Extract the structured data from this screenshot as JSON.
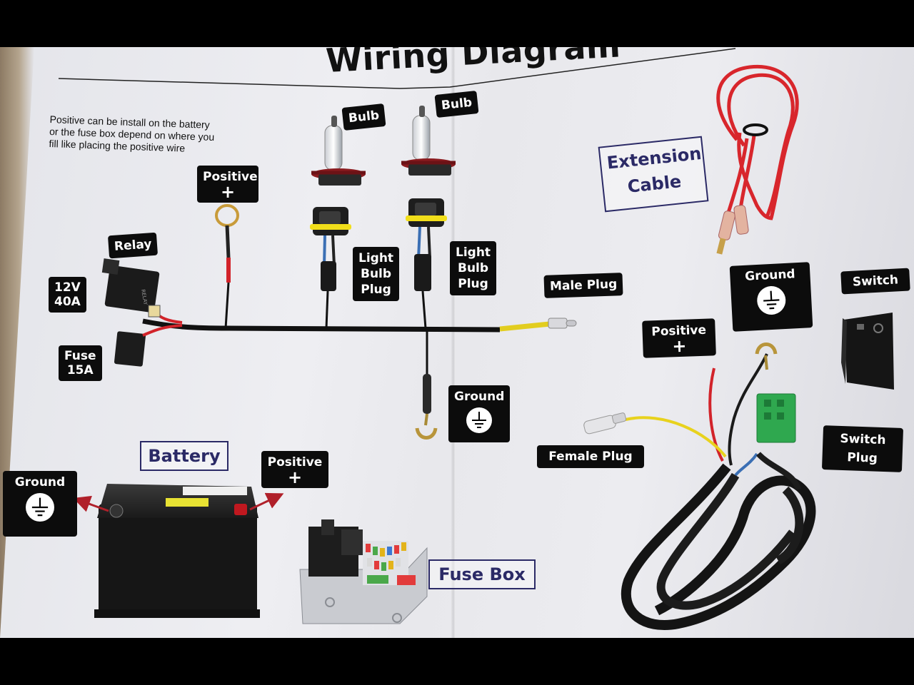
{
  "title": "Wiring Diagram",
  "note": {
    "line1": "Positive can be install on the battery",
    "line2": "or the fuse box depend on where you",
    "line3": "fill like placing the positive wire"
  },
  "labels": {
    "bulb_1": "Bulb",
    "bulb_2": "Bulb",
    "positive_top": "Positive",
    "plus_symbol": "+",
    "relay": "Relay",
    "relay_rating_line1": "12V",
    "relay_rating_line2": "40A",
    "fuse_line1": "Fuse",
    "fuse_line2": "15A",
    "light_bulb_plug_line1": "Light",
    "light_bulb_plug_line2": "Bulb",
    "light_bulb_plug_line3": "Plug",
    "male_plug": "Male Plug",
    "ground": "Ground",
    "battery": "Battery",
    "positive_battery": "Positive",
    "fuse_box": "Fuse Box",
    "extension_cable_line1": "Extension",
    "extension_cable_line2": "Cable",
    "positive_switch": "Positive",
    "switch": "Switch",
    "switch_plug_line1": "Switch",
    "switch_plug_line2": "Plug",
    "female_plug": "Female Plug"
  },
  "colors": {
    "paper": "#e9e9ee",
    "tag_background": "#0c0c0c",
    "boxed_label_ink": "#2b2a66",
    "wire_red": "#d2232a",
    "wire_yellow": "#e8d21d",
    "wire_black": "#111111",
    "switch_plug_green": "#2fa84f"
  },
  "icons": {
    "ground": "ground-symbol-icon",
    "positive": "plus-icon",
    "arrow": "arrow-icon"
  }
}
